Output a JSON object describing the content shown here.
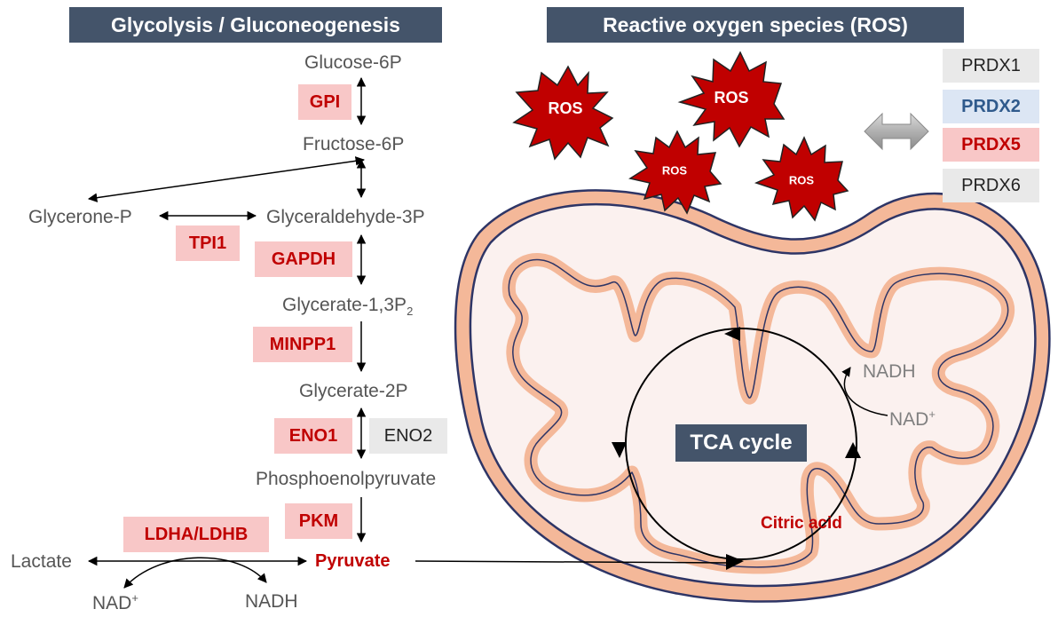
{
  "colors": {
    "title_bg": "#44546a",
    "enzyme_bg": "#f8c7c7",
    "enzyme_text": "#c00000",
    "neutral_bg": "#e9e9e9",
    "blue_bg": "#dce6f4",
    "blue_text": "#2f5a8c",
    "ros_fill": "#c00000",
    "mito_membrane": "#f4b899",
    "mito_outline": "#2e3566"
  },
  "titles": {
    "glycolysis": "Glycolysis / Gluconeogenesis",
    "ros": "Reactive oxygen species (ROS)"
  },
  "metabolites": {
    "glucose6p": "Glucose-6P",
    "fructose6p": "Fructose-6P",
    "glycerone_p": "Glycerone-P",
    "glyceraldehyde3p": "Glyceraldehyde-3P",
    "glycerate13p": "Glycerate-1,3P",
    "glycerate13p_sub": "2",
    "glycerate2p": "Glycerate-2P",
    "pep": "Phosphoenolpyruvate",
    "lactate": "Lactate",
    "pyruvate": "Pyruvate",
    "citric_acid": "Citric acid"
  },
  "enzymes": {
    "gpi": "GPI",
    "tpi1": "TPI1",
    "gapdh": "GAPDH",
    "minpp1": "MINPP1",
    "eno1": "ENO1",
    "eno2": "ENO2",
    "pkm": "PKM",
    "ldha_ldhb": "LDHA/LDHB"
  },
  "cofactors": {
    "nad": "NAD",
    "nad_sup": "+",
    "nadh": "NADH"
  },
  "tca": {
    "label": "TCA cycle",
    "nad": "NAD",
    "nad_sup": "+",
    "nadh": "NADH"
  },
  "ros_label": "ROS",
  "prdx": [
    {
      "label": "PRDX1",
      "style": "neutral"
    },
    {
      "label": "PRDX2",
      "style": "blue"
    },
    {
      "label": "PRDX5",
      "style": "red"
    },
    {
      "label": "PRDX6",
      "style": "neutral"
    }
  ]
}
